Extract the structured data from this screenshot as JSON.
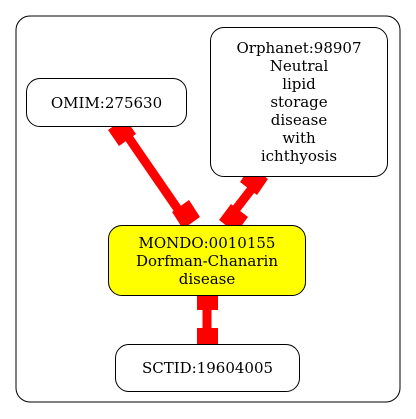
{
  "colors": {
    "edge": "#ff0000",
    "highlight_fill": "#ffff00",
    "node_fill": "#ffffff",
    "border": "#000000"
  },
  "nodes": {
    "omim": {
      "label": "OMIM:275630"
    },
    "orphanet": {
      "label": "Orphanet:98907\nNeutral\nlipid\nstorage\ndisease\nwith\nichthyosis"
    },
    "mondo": {
      "label": "MONDO:0010155\nDorfman-Chanarin\ndisease",
      "highlighted": true
    },
    "sctid": {
      "label": "SCTID:19604005"
    }
  },
  "edges": [
    {
      "from": "omim",
      "to": "mondo"
    },
    {
      "from": "orphanet",
      "to": "mondo"
    },
    {
      "from": "mondo",
      "to": "sctid"
    }
  ]
}
